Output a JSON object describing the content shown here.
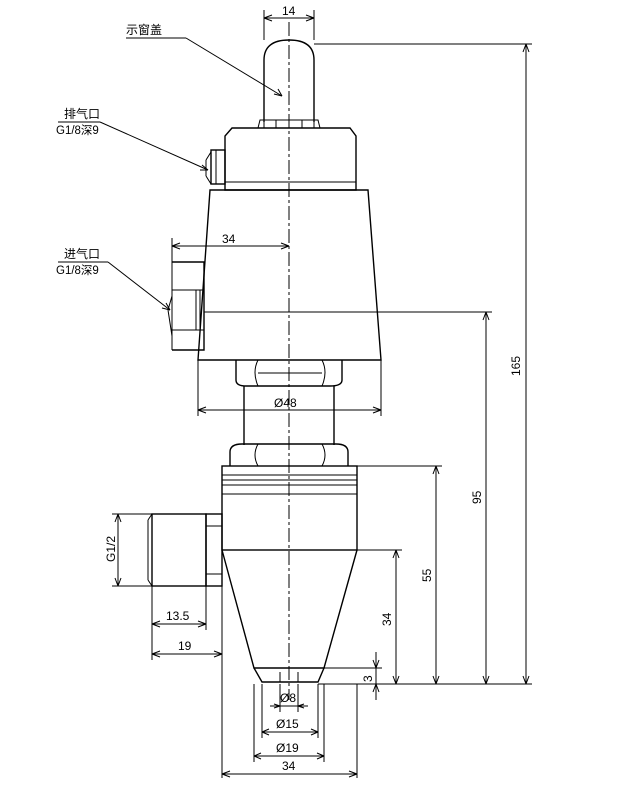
{
  "labels": {
    "window_cover": "示窗盖",
    "exhaust_port": "排气口",
    "exhaust_thread": "G1/8深9",
    "inlet_port": "进气口",
    "inlet_thread": "G1/8深9"
  },
  "dimensions": {
    "top_width": "14",
    "inlet_offset": "34",
    "body_diameter": "Ø48",
    "total_height": "165",
    "height_95": "95",
    "height_55": "55",
    "height_34": "34",
    "height_3": "3",
    "side_thread": "G1/2",
    "thread_length": "13.5",
    "side_offset": "19",
    "dia_8": "Ø8",
    "dia_15": "Ø15",
    "dia_19": "Ø19",
    "bottom_width": "34"
  }
}
